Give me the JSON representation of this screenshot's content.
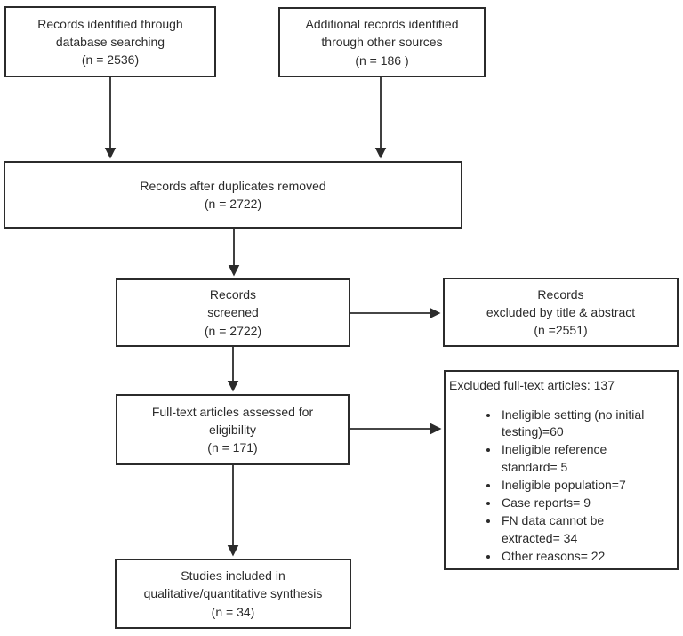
{
  "flowchart": {
    "boxes": {
      "identified_database": {
        "text": "Records identified through\ndatabase searching\n(n = 2536)"
      },
      "identified_other": {
        "text": "Additional records identified\nthrough other sources\n(n =  186 )"
      },
      "after_duplicates": {
        "text": "Records after duplicates removed\n(n = 2722)"
      },
      "screened": {
        "text": "Records\nscreened\n(n =  2722)"
      },
      "excluded_title_abstract": {
        "text": "Records\nexcluded by title & abstract\n(n =2551)"
      },
      "fulltext_assessed": {
        "text": "Full-text articles assessed for\neligibility\n(n = 171)"
      },
      "excluded_fulltext": {
        "heading": "Excluded full-text articles: 137",
        "items": [
          "Ineligible setting (no initial testing)=60",
          "Ineligible reference standard= 5",
          "Ineligible population=7",
          "Case reports= 9",
          "FN data cannot be extracted= 34",
          "Other reasons= 22"
        ]
      },
      "included": {
        "text": "Studies included in\nqualitative/quantitative synthesis\n(n =  34)"
      }
    },
    "colors": {
      "border": "#2b2b2b",
      "text": "#2b2b2b",
      "background": "#ffffff"
    }
  }
}
